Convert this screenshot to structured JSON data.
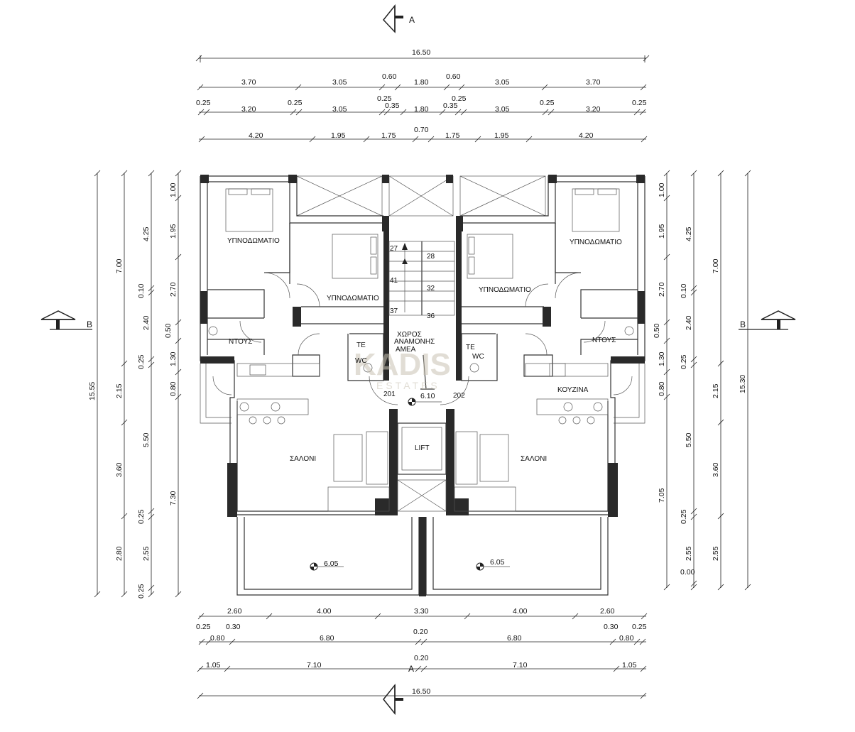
{
  "section": {
    "a": "A",
    "b": "B"
  },
  "top_dims": {
    "overall": "16.50",
    "row1": [
      "3.70",
      "3.05",
      "0.60",
      "1.80",
      "0.60",
      "3.05",
      "3.70"
    ],
    "row2_upper": [
      "0.25",
      "0.25",
      "0.25",
      "0.25",
      "0.25",
      "0.25"
    ],
    "row2": [
      "3.20",
      "3.05",
      "0.35",
      "1.80",
      "0.35",
      "3.05",
      "3.20"
    ],
    "row3": [
      "4.20",
      "1.95",
      "1.75",
      "0.70",
      "1.75",
      "1.95",
      "4.20"
    ]
  },
  "bottom_dims": {
    "row1": [
      "2.60",
      "4.00",
      "3.30",
      "4.00",
      "2.60"
    ],
    "row2_upper": [
      "0.25",
      "0.30",
      "0.20",
      "0.30",
      "0.25"
    ],
    "row2": [
      "0.80",
      "6.80",
      "6.80",
      "0.80"
    ],
    "row3_upper": "0.20",
    "row3": [
      "1.05",
      "7.10",
      "7.10",
      "1.05"
    ],
    "overall": "16.50"
  },
  "left_dims": {
    "overall": "15.55",
    "col2": [
      "7.00",
      "2.15",
      "3.60",
      "2.80"
    ],
    "col3": [
      "4.25",
      "0.10",
      "2.40",
      "0.25",
      "5.50",
      "0.25",
      "2.55",
      "0.25"
    ],
    "col4": [
      "1.00",
      "1.95",
      "2.70",
      "0.50",
      "1.30",
      "0.80",
      "7.30"
    ]
  },
  "right_dims": {
    "overall": "15.30",
    "col2": [
      "7.00",
      "2.15",
      "3.60",
      "2.55"
    ],
    "col3": [
      "4.25",
      "0.10",
      "2.40",
      "0.25",
      "5.50",
      "0.25",
      "2.55",
      "0.00"
    ],
    "col4": [
      "1.00",
      "1.95",
      "2.70",
      "0.50",
      "1.30",
      "0.80",
      "7.05"
    ]
  },
  "rooms": {
    "bedroom": "ΥΠΝΟΔΩΜΑΤΙΟ",
    "shower": "ΝΤΟΥΣ",
    "kitchen": "ΚΟΥΖΙΝΑ",
    "living": "ΣΑΛΟΝΙ",
    "waiting_line1": "ΧΩΡΟΣ",
    "waiting_line2": "ΑΝΑΜΟΝΗΣ",
    "waiting_line3": "ΑΜΕΑ",
    "wc": "WC",
    "te": "TE",
    "lift": "LIFT"
  },
  "stairs": {
    "steps": [
      "27",
      "28",
      "41",
      "32",
      "37",
      "36"
    ]
  },
  "units": {
    "left": "201",
    "right": "202"
  },
  "levels": {
    "landing": "6.10",
    "left_balcony": "6.05",
    "right_balcony": "6.05"
  },
  "watermark": {
    "mark": "KADIS",
    "sub": "ESTATES"
  }
}
